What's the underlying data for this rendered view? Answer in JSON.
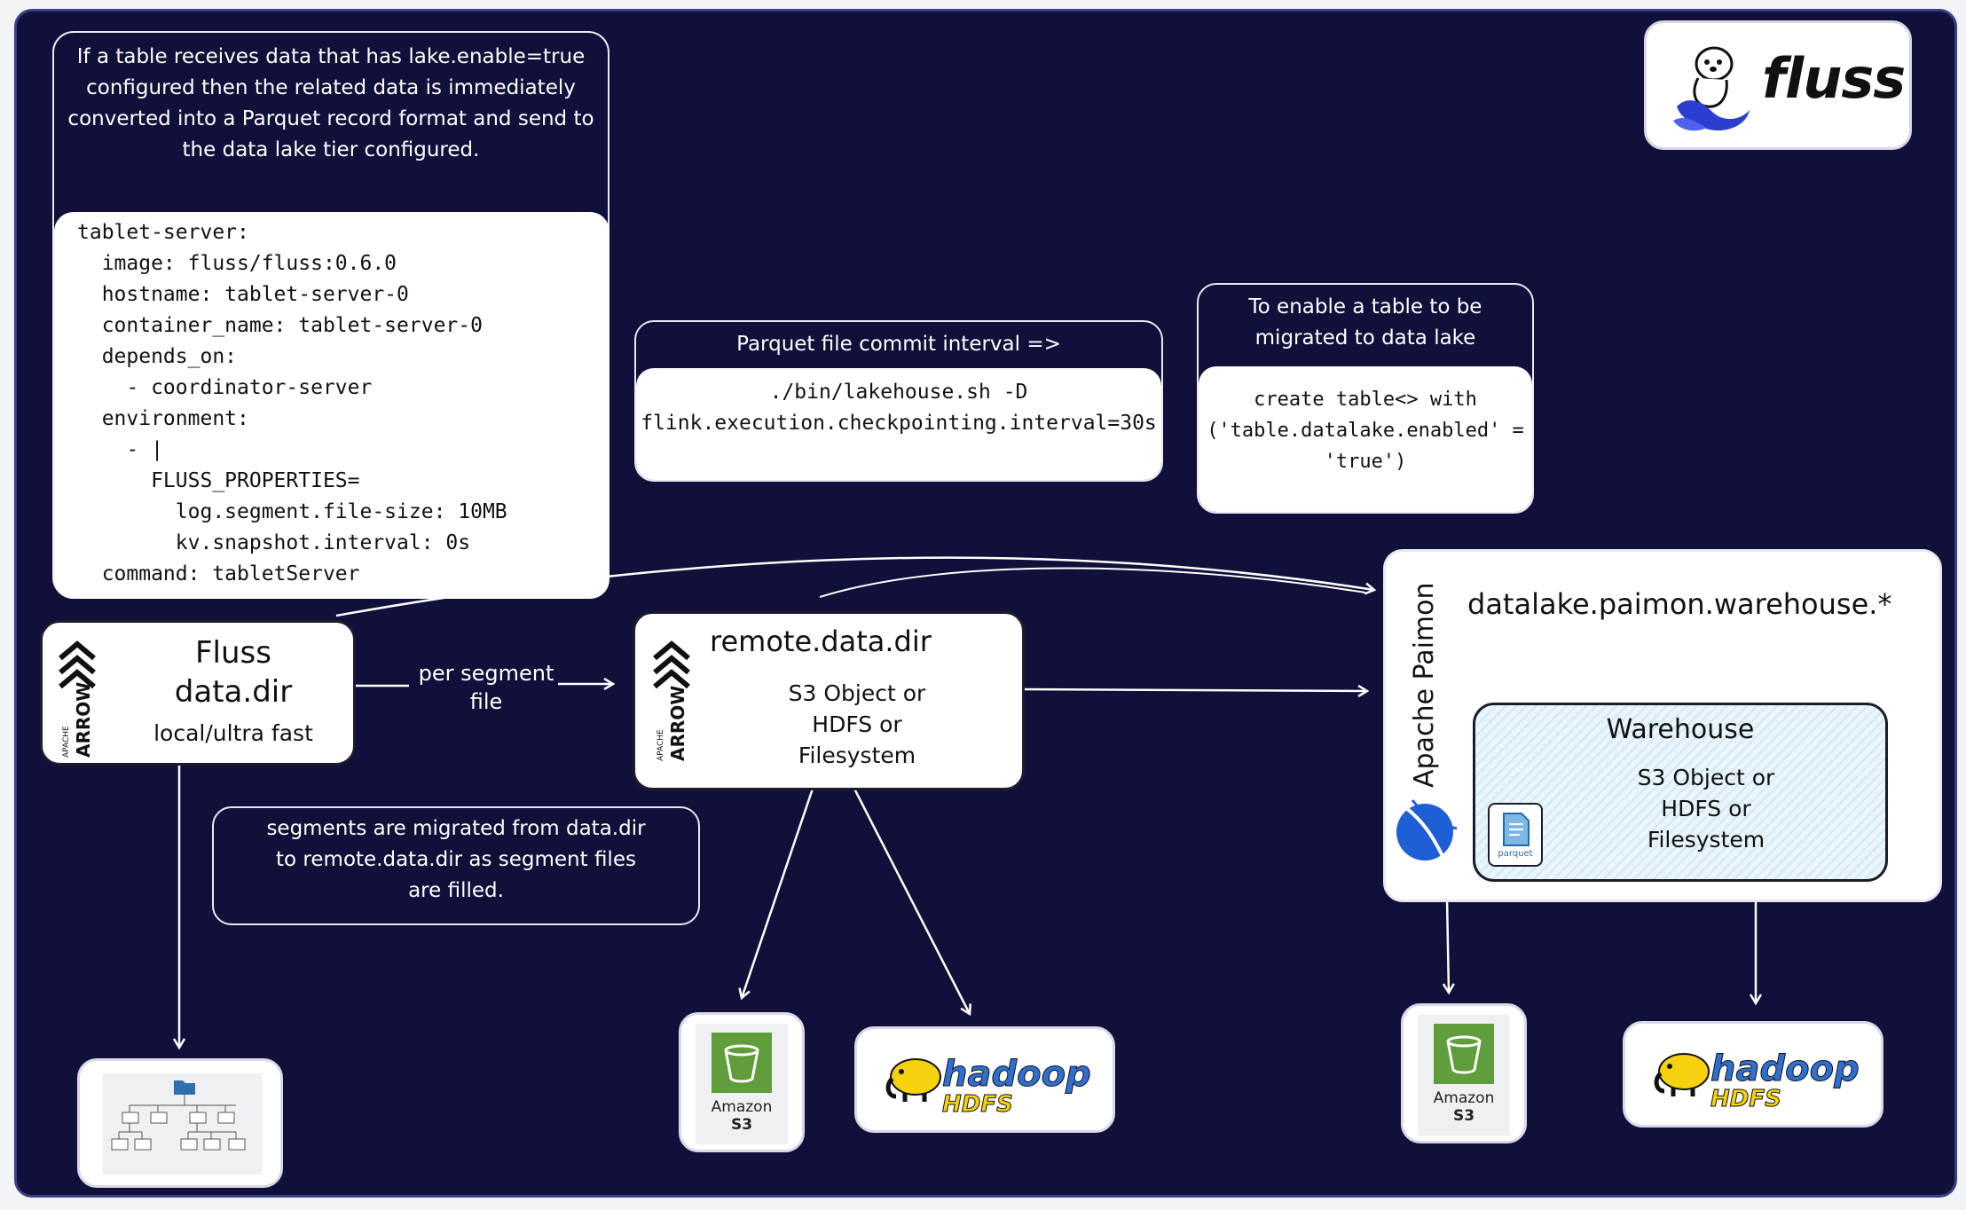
{
  "brand": {
    "name": "fluss"
  },
  "note_top_left": "If a table receives data that has lake.enable=true configured then the related data is immediately converted into a Parquet record format and send to the data lake tier configured.",
  "config_yaml": "tablet-server:\n  image: fluss/fluss:0.6.0\n  hostname: tablet-server-0\n  container_name: tablet-server-0\n  depends_on:\n    - coordinator-server\n  environment:\n    - |\n      FLUSS_PROPERTIES=\n        log.segment.file-size: 10MB\n        kv.snapshot.interval: 0s\n  command: tabletServer",
  "parquet_commit": {
    "title": "Parquet file commit interval  =>",
    "command_line1": "./bin/lakehouse.sh -D",
    "command_line2": "flink.execution.checkpointing.interval=30s"
  },
  "enable_lake": {
    "title_line1": "To enable a table to be",
    "title_line2": "migrated to data lake",
    "sql_line1": "create table<> with",
    "sql_line2": "('table.datalake.enabled' =",
    "sql_line3": "'true')"
  },
  "fluss_node": {
    "title_line1": "Fluss",
    "title_line2": "data.dir",
    "subtitle": "local/ultra fast",
    "logo_small": "APACHE",
    "logo_big": "ARROW"
  },
  "edge_label": {
    "line1": "per segment",
    "line2": "file"
  },
  "remote_node": {
    "title": "remote.data.dir",
    "line1": "S3 Object or",
    "line2": "HDFS or",
    "line3": "Filesystem",
    "logo_small": "APACHE",
    "logo_big": "ARROW"
  },
  "segments_note": {
    "line1": "segments are migrated from data.dir",
    "line2": "to remote.data.dir as segment files",
    "line3": "are filled."
  },
  "paimon_node": {
    "vertical_label": "Apache Paimon",
    "title": "datalake.paimon.warehouse.*",
    "warehouse_title": "Warehouse",
    "line1": "S3 Object or",
    "line2": "HDFS or",
    "line3": "Filesystem",
    "parquet_label": "parquet"
  },
  "s3_tile": {
    "line1": "Amazon",
    "line2": "S3"
  },
  "hadoop_tile": {
    "word": "hadoop",
    "sub": "HDFS"
  },
  "icons": [
    "otter-logo",
    "apache-arrow-logo",
    "apache-paimon-logo",
    "parquet-icon",
    "amazon-s3-icon",
    "hadoop-elephant-icon",
    "folder-tree-icon"
  ],
  "colors": {
    "background": "#11103a",
    "frame": "#3b3f86",
    "s3_green": "#5f9e3a",
    "hadoop_yellow": "#f5d20b",
    "hadoop_blue": "#2f6fd0",
    "paimon_blue": "#1f5fd6",
    "warehouse_fill": "#dff0fa"
  }
}
